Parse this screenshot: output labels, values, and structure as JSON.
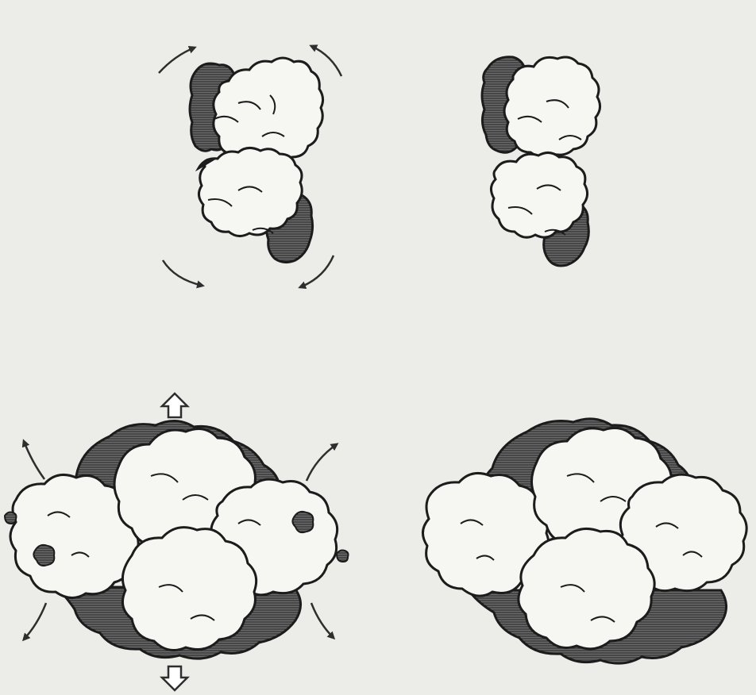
{
  "figure": {
    "panels": [
      {
        "id": "top-left",
        "view": "side",
        "state": "with-motion-arrows"
      },
      {
        "id": "top-right",
        "view": "side",
        "state": "static"
      },
      {
        "id": "bottom-left",
        "view": "top",
        "state": "with-motion-arrows"
      },
      {
        "id": "bottom-right",
        "view": "top",
        "state": "static"
      }
    ],
    "colors": {
      "background": "#ecece8",
      "light_subunit_fill": "#f6f6f3",
      "dark_subunit_fill": "#565656",
      "outline": "#1c1c1c",
      "arrow": "#333333"
    },
    "icons": [
      "curved-arrow-icon",
      "hollow-block-arrow-icon",
      "hatched-patch-icon"
    ]
  }
}
